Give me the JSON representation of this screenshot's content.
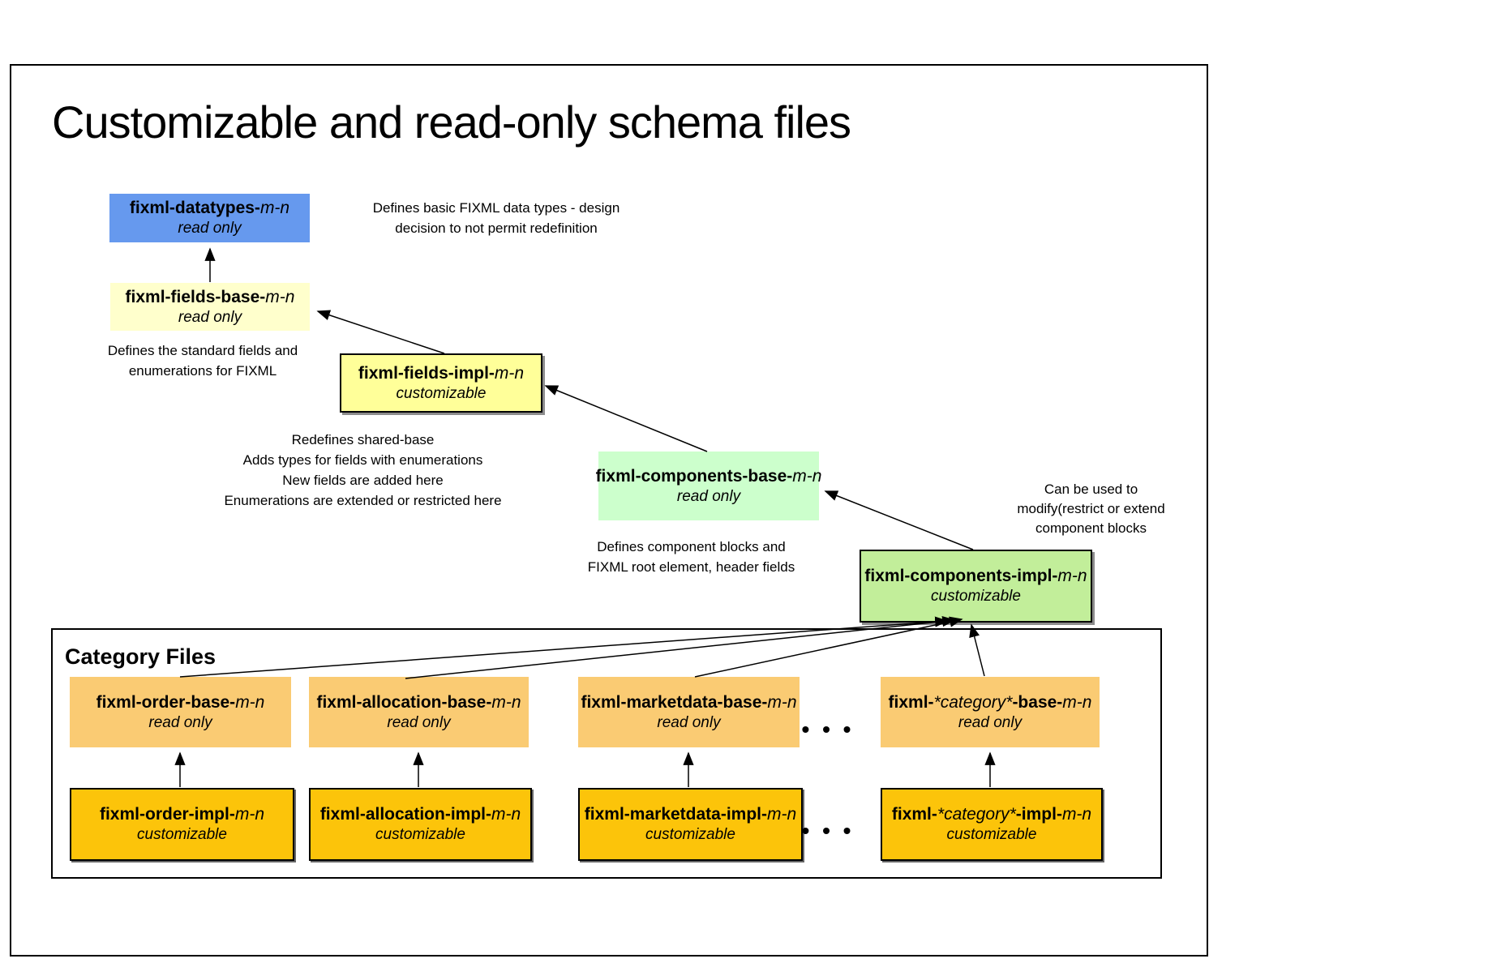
{
  "title": "Customizable and read-only schema files",
  "category_section": {
    "heading": "Category Files",
    "ellipsis": "• • •"
  },
  "nodes": {
    "datatypes": {
      "b1": "fixml-datatypes-",
      "i1": "",
      "b2": "",
      "i2": "m-n",
      "status": "read only"
    },
    "fields_base": {
      "b1": "fixml-fields-base-",
      "i1": "",
      "b2": "",
      "i2": "m-n",
      "status": "read only"
    },
    "fields_impl": {
      "b1": "fixml-fields-impl-",
      "i1": "",
      "b2": "",
      "i2": "m-n",
      "status": "customizable"
    },
    "components_base": {
      "b1": "fixml-components-base-",
      "i1": "",
      "b2": "",
      "i2": "m-n",
      "status": "read only"
    },
    "components_impl": {
      "b1": "fixml-components-impl-",
      "i1": "",
      "b2": "",
      "i2": "m-n",
      "status": "customizable"
    },
    "order_base": {
      "b1": "fixml-order-base-",
      "i1": "",
      "b2": "",
      "i2": "m-n",
      "status": "read only"
    },
    "order_impl": {
      "b1": "fixml-order-impl-",
      "i1": "",
      "b2": "",
      "i2": "m-n",
      "status": "customizable"
    },
    "allocation_base": {
      "b1": "fixml-allocation-base-",
      "i1": "",
      "b2": "",
      "i2": "m-n",
      "status": "read only"
    },
    "allocation_impl": {
      "b1": "fixml-allocation-impl-",
      "i1": "",
      "b2": "",
      "i2": "m-n",
      "status": "customizable"
    },
    "marketdata_base": {
      "b1": "fixml-marketdata-base-",
      "i1": "",
      "b2": "",
      "i2": "m-n",
      "status": "read only"
    },
    "marketdata_impl": {
      "b1": "fixml-marketdata-impl-",
      "i1": "",
      "b2": "",
      "i2": "m-n",
      "status": "customizable"
    },
    "category_base": {
      "b1": "fixml-",
      "i1": "*category*",
      "b2": "-base-",
      "i2": "m-n",
      "status": "read only"
    },
    "category_impl": {
      "b1": "fixml-",
      "i1": "*category*",
      "b2": "-impl-",
      "i2": "m-n",
      "status": "customizable"
    }
  },
  "notes": {
    "datatypes": {
      "lines": [
        "Defines basic FIXML data types - design",
        "decision to not permit redefinition"
      ]
    },
    "fields_base": {
      "lines": [
        "Defines the standard fields and",
        "enumerations for FIXML"
      ]
    },
    "fields_impl": {
      "lines": [
        "Redefines shared-base",
        "Adds types for fields with enumerations",
        "New fields are added here",
        "Enumerations are extended or restricted here"
      ]
    },
    "components_base": {
      "lines": [
        "Defines component blocks and",
        "FIXML root element, header fields"
      ]
    },
    "components_impl": {
      "lines": [
        "Can be used to",
        "modify(restrict or extend",
        "component blocks"
      ]
    }
  },
  "colors": {
    "blue": "#6699EE",
    "pale_yellow": "#FFFFCC",
    "yellow": "#FFFF99",
    "pale_green": "#CCFFCC",
    "green": "#C2EE9A",
    "orange": "#FACB73",
    "gold": "#FCC40A",
    "arrow": "#000000"
  }
}
